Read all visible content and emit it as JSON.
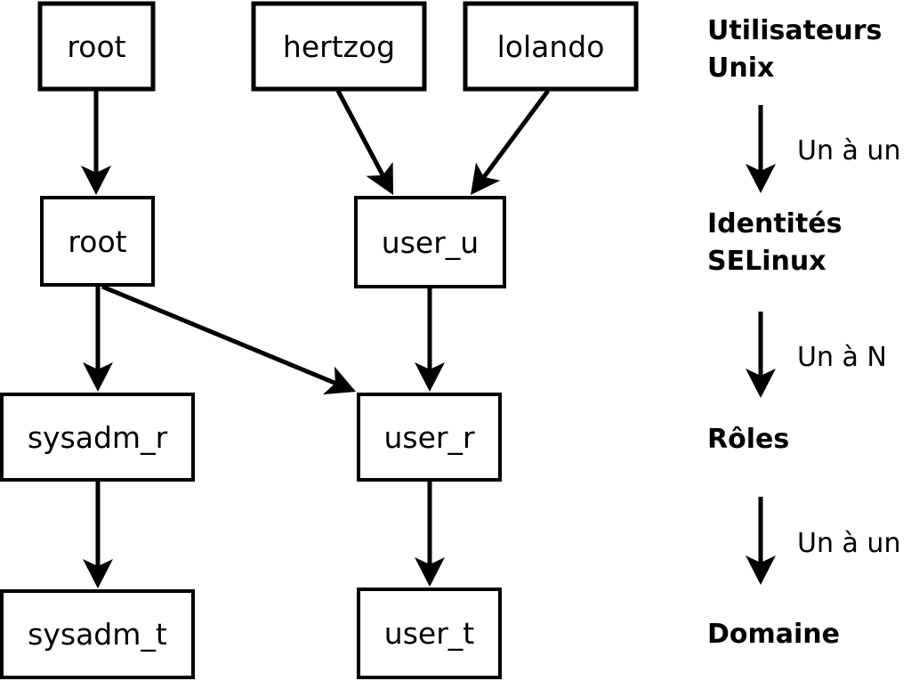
{
  "colors": {
    "background": "#ffffff",
    "stroke": "#000000",
    "box_fill": "#ffffff",
    "text": "#000000"
  },
  "diagram": {
    "nodes": [
      {
        "id": "unix_root",
        "label": "root",
        "level": "Utilisateurs Unix"
      },
      {
        "id": "hertzog",
        "label": "hertzog",
        "level": "Utilisateurs Unix"
      },
      {
        "id": "lolando",
        "label": "lolando",
        "level": "Utilisateurs Unix"
      },
      {
        "id": "se_root",
        "label": "root",
        "level": "Identités SELinux"
      },
      {
        "id": "user_u",
        "label": "user_u",
        "level": "Identités SELinux"
      },
      {
        "id": "sysadm_r",
        "label": "sysadm_r",
        "level": "Rôles"
      },
      {
        "id": "user_r",
        "label": "user_r",
        "level": "Rôles"
      },
      {
        "id": "sysadm_t",
        "label": "sysadm_t",
        "level": "Domaine"
      },
      {
        "id": "user_t",
        "label": "user_t",
        "level": "Domaine"
      }
    ],
    "edges": [
      {
        "from": "unix_root",
        "to": "se_root"
      },
      {
        "from": "hertzog",
        "to": "user_u"
      },
      {
        "from": "lolando",
        "to": "user_u"
      },
      {
        "from": "se_root",
        "to": "sysadm_r"
      },
      {
        "from": "se_root",
        "to": "user_r"
      },
      {
        "from": "user_u",
        "to": "user_r"
      },
      {
        "from": "sysadm_r",
        "to": "sysadm_t"
      },
      {
        "from": "user_r",
        "to": "user_t"
      }
    ]
  },
  "legend": {
    "levels": [
      {
        "lines": [
          "Utilisateurs",
          "Unix"
        ]
      },
      {
        "lines": [
          "Identités",
          "SELinux"
        ]
      },
      {
        "lines": [
          "Rôles"
        ]
      },
      {
        "lines": [
          "Domaine"
        ]
      }
    ],
    "relations": [
      "Un à un",
      "Un à N",
      "Un à un"
    ]
  }
}
